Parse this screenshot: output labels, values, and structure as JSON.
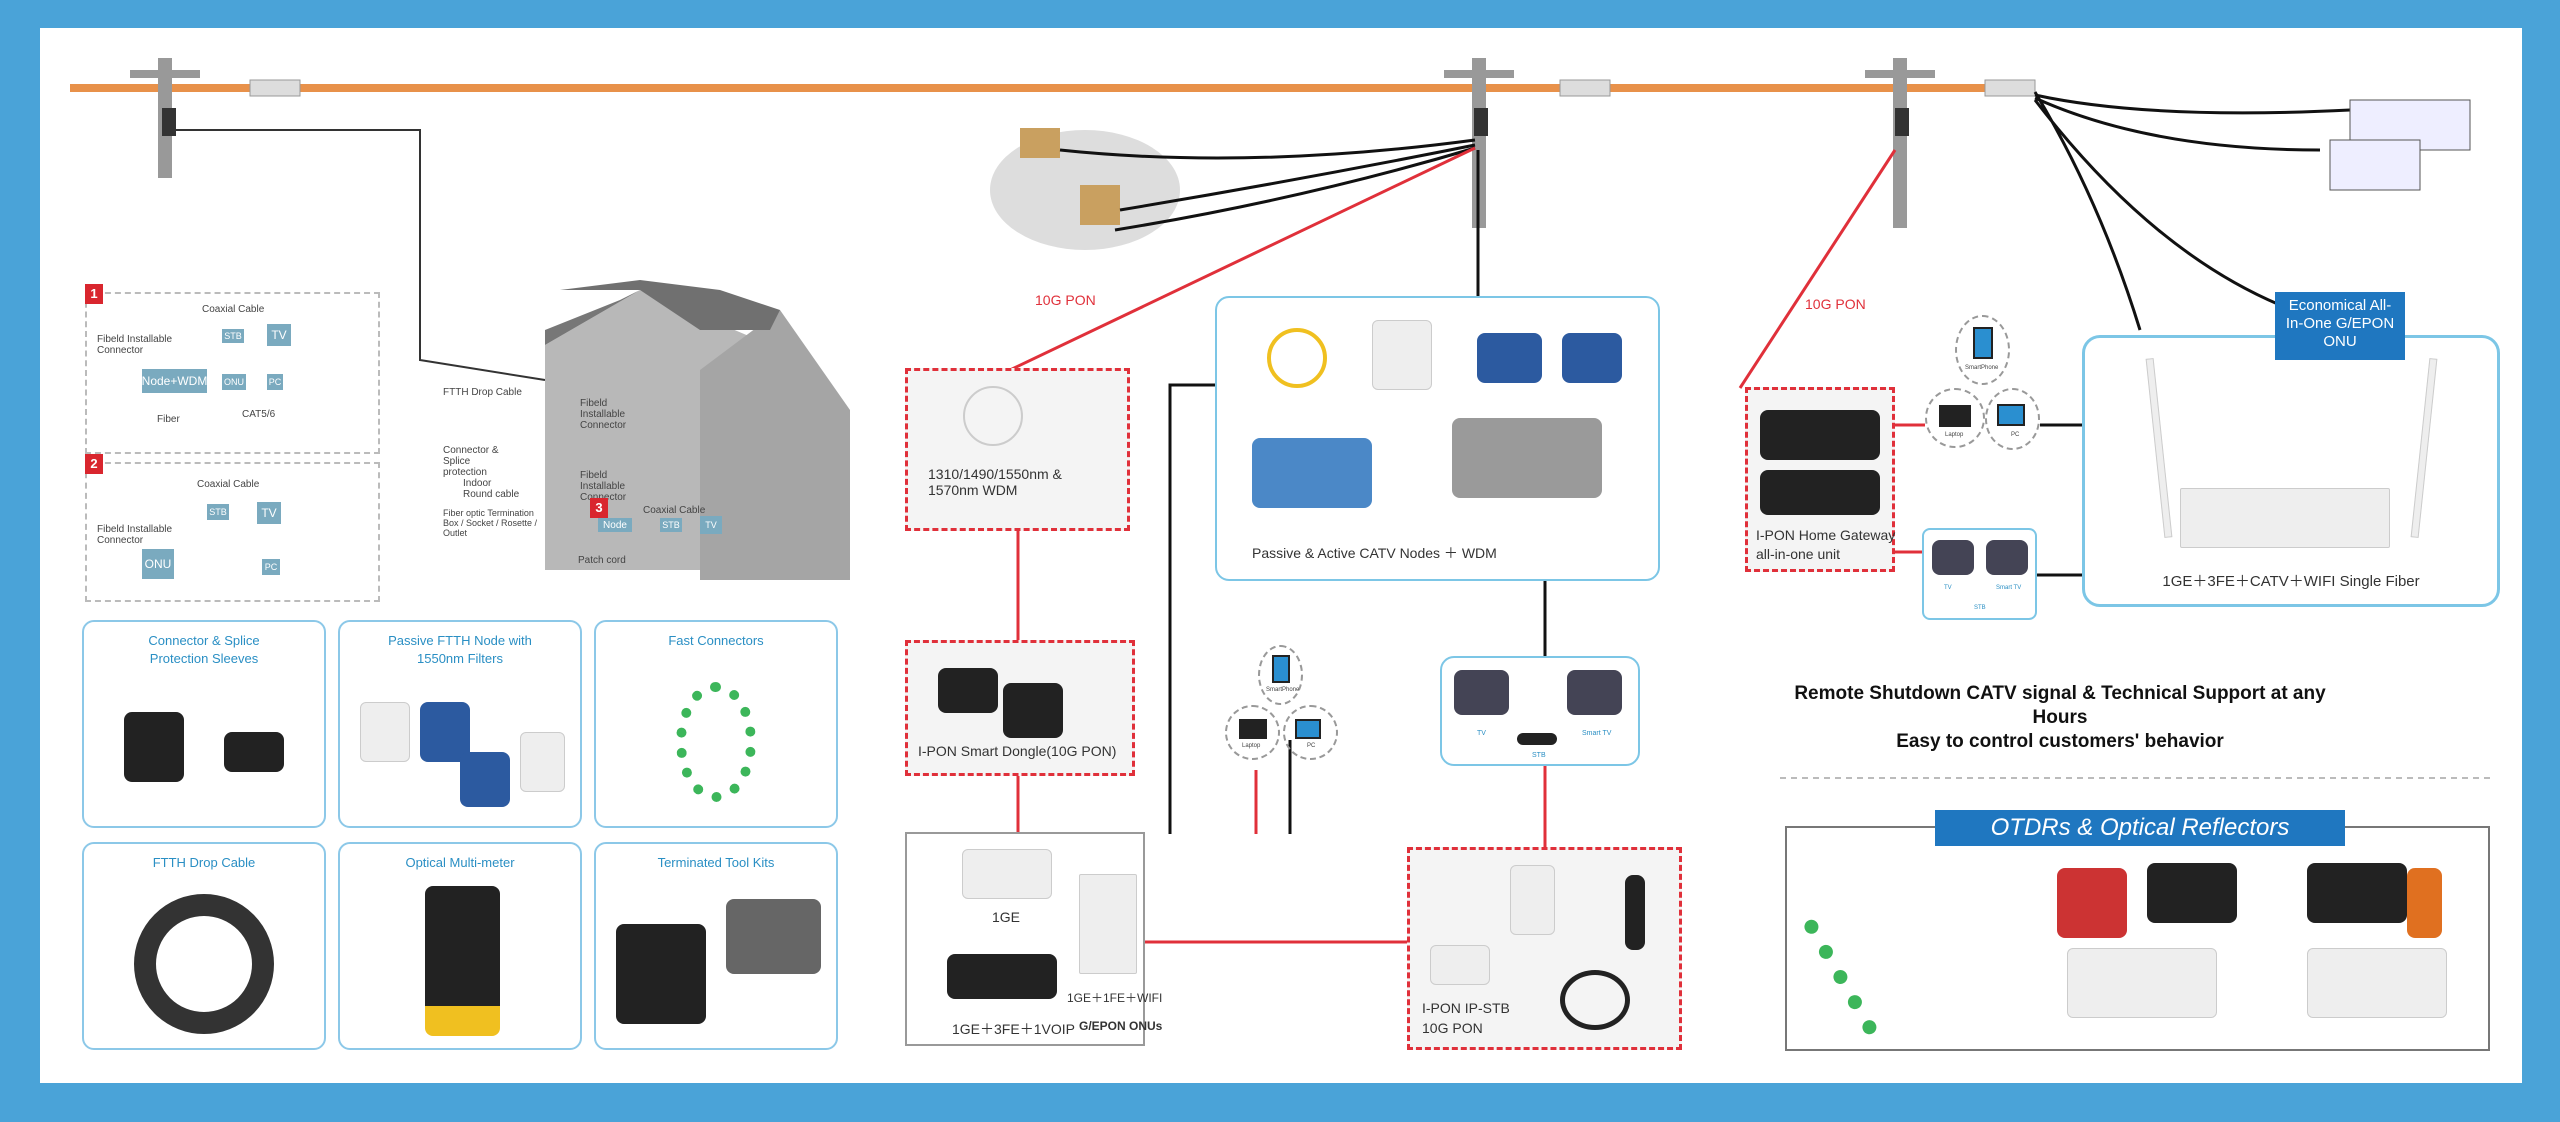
{
  "colors": {
    "frame": "#4aa3d8",
    "pon_line": "#e0303a",
    "cable": "#e8914a",
    "accent_blue": "#1f77c0"
  },
  "pon_labels": [
    "10G PON",
    "10G PON"
  ],
  "left_diagrams": {
    "d1": {
      "badge": "1",
      "connector": "Fibeld Installable Connector",
      "coax": "Coaxial Cable",
      "node": "Node+WDM",
      "stb": "STB",
      "tv": "TV",
      "onu": "ONU",
      "pc": "PC",
      "fiber": "Fiber",
      "cat": "CAT5/6"
    },
    "d2": {
      "badge": "2",
      "connector": "Fibeld Installable Connector",
      "coax": "Coaxial Cable",
      "stb": "STB",
      "tv": "TV",
      "onu": "ONU",
      "pc": "PC"
    }
  },
  "house": {
    "drop": "FTTH Drop Cable",
    "fic1": "Fibeld Installable Connector",
    "splice": "Connector & Splice protection",
    "indoor": "Indoor Round cable",
    "fic2": "Fibeld Installable Connector",
    "termination": "Fiber optic Termination Box / Socket / Rosette / Outlet",
    "patch": "Patch cord",
    "badge": "3",
    "node": "Node",
    "coax": "Coaxial Cable",
    "stb": "STB",
    "tv": "TV"
  },
  "tiles": [
    "Connector & Splice Protection Sleeves",
    "Passive FTTH Node with 1550nm Filters",
    "Fast Connectors",
    "FTTH Drop Cable",
    "Optical Multi-meter",
    "Terminated Tool Kits"
  ],
  "wdm": {
    "label": "1310/1490/1550nm & 1570nm WDM"
  },
  "catv": {
    "label": "Passive & Active CATV Nodes ＋ WDM"
  },
  "dongle": {
    "label": "I-PON Smart Dongle(10G PON)"
  },
  "onus": {
    "a": "1GE",
    "b": "1GE＋3FE＋1VOIP",
    "c": "1GE＋1FE＋WIFI",
    "title": "G/EPON ONUs"
  },
  "devices": {
    "phone": "SmartPhone",
    "laptop": "Laptop",
    "pc": "PC"
  },
  "tvs": {
    "tv": "TV",
    "smart": "Smart TV",
    "stb": "STB"
  },
  "ipstb": {
    "l1": "I-PON  IP-STB",
    "l2": "10G PON"
  },
  "gateway": {
    "l1": "I-PON Home Gateway",
    "l2": "all-in-one unit"
  },
  "onu_right": {
    "title": "Economical All-In-One G/EPON ONU",
    "caption": "1GE＋3FE＋CATV＋WIFI Single Fiber"
  },
  "remote": {
    "l1": "Remote Shutdown CATV signal & Technical Support at any Hours",
    "l2": "Easy to control customers' behavior"
  },
  "otdr": {
    "title": "OTDRs & Optical Reflectors"
  }
}
